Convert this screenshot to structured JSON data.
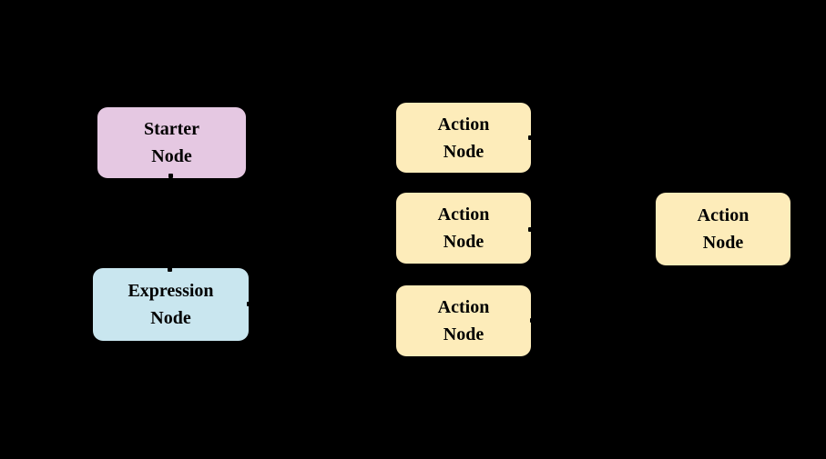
{
  "diagram": {
    "background_color": "#000000",
    "text_color": "#000000",
    "nodes": [
      {
        "id": "starter-node",
        "label": "Starter\nNode",
        "fill": "#e5c8e2"
      },
      {
        "id": "expression-node",
        "label": "Expression\nNode",
        "fill": "#c9e6ef"
      },
      {
        "id": "action-node-1",
        "label": "Action\nNode",
        "fill": "#fdecba"
      },
      {
        "id": "action-node-2",
        "label": "Action\nNode",
        "fill": "#fdecba"
      },
      {
        "id": "action-node-3",
        "label": "Action\nNode",
        "fill": "#fdecba"
      },
      {
        "id": "action-node-4",
        "label": "Action\nNode",
        "fill": "#fdecba"
      }
    ]
  }
}
